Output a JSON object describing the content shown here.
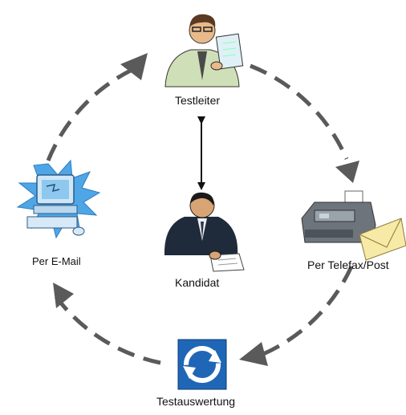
{
  "nodes": {
    "top": {
      "label": "Testleiter",
      "icon": "man-reading-document-icon"
    },
    "center": {
      "label": "Kandidat",
      "icon": "man-writing-at-desk-icon"
    },
    "left": {
      "label": "Per E-Mail",
      "icon": "computer-email-icon"
    },
    "right": {
      "label": "Per Telefax/Post",
      "icon": "fax-machine-envelope-icon"
    },
    "bottom": {
      "label": "Testauswertung",
      "icon": "refresh-cycle-icon"
    }
  },
  "colors": {
    "cycle_stroke": "#5a5a5a",
    "bidirectional_arrow": "#111111",
    "evaluation_tile": "#1f66b6",
    "shirt": "#cfe0b8",
    "suit": "#1f2a3a",
    "computer_burst": "#4fa6e6",
    "fax_body": "#6d747c",
    "envelope": "#f7e9a6"
  }
}
